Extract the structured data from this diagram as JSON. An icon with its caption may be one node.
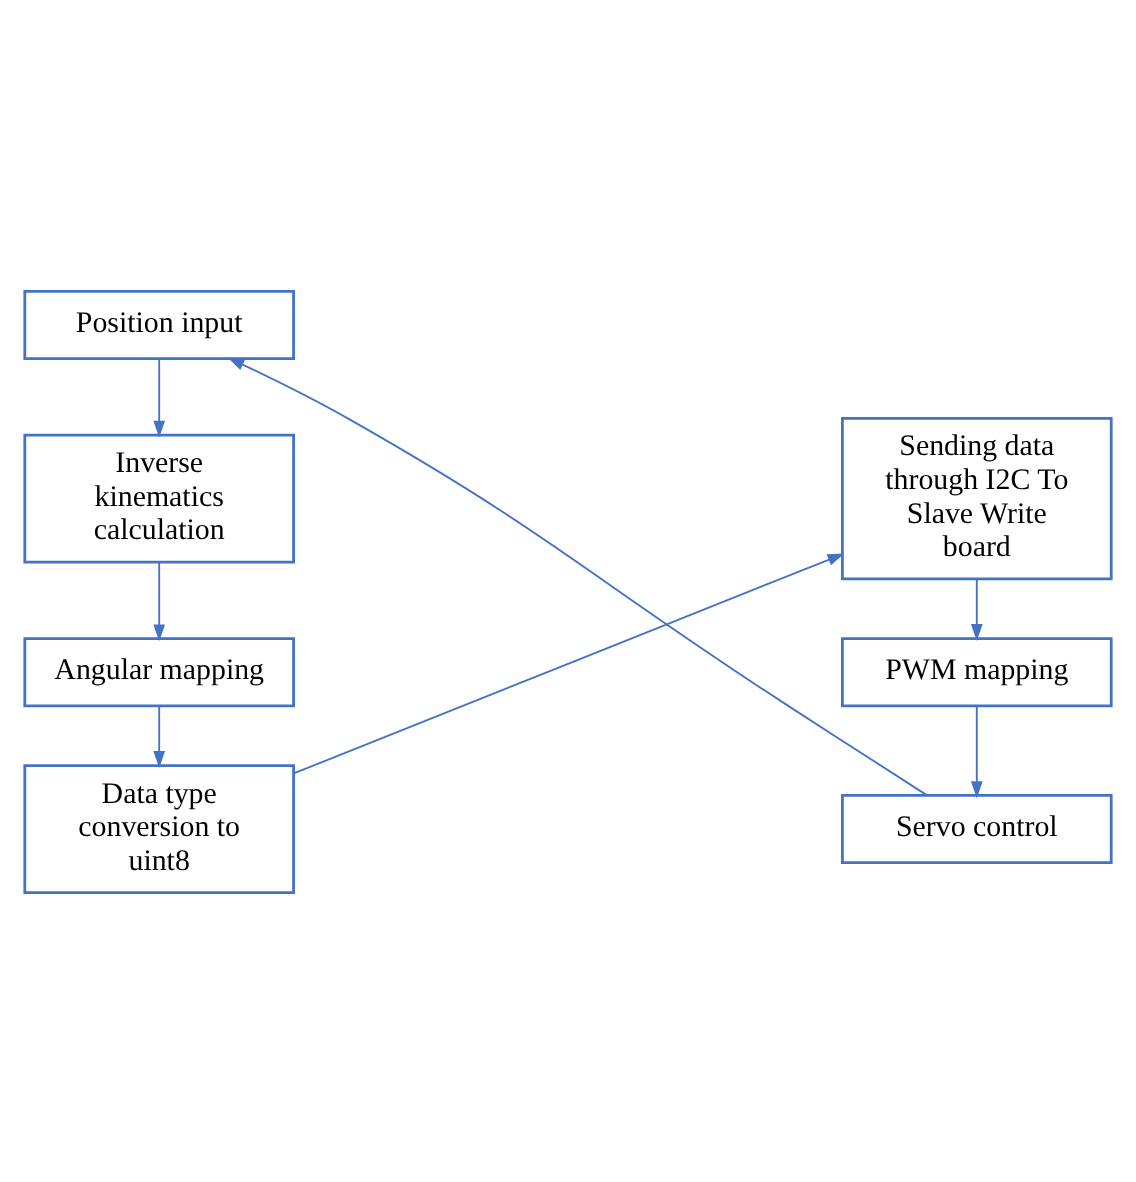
{
  "diagram": {
    "nodes": [
      {
        "text": [
          "Position input"
        ]
      },
      {
        "text": [
          "Inverse kinematics calculation"
        ]
      },
      {
        "text": [
          "Angular mapping"
        ]
      },
      {
        "text": [
          "Data type conversion to uint8"
        ]
      },
      {
        "text": [
          "Sending data through I2C To Slave Write board"
        ]
      },
      {
        "text": [
          "PWM mapping"
        ]
      },
      {
        "text": [
          "Servo control"
        ]
      }
    ],
    "edges": [
      {
        "from": 0,
        "to": 1,
        "arrow": "to"
      },
      {
        "from": 1,
        "to": 2,
        "arrow": "to"
      },
      {
        "from": 2,
        "to": 3,
        "arrow": "to"
      },
      {
        "from": 3,
        "to": 4,
        "arrow": "to"
      },
      {
        "from": 4,
        "to": 5,
        "arrow": "to"
      },
      {
        "from": 5,
        "to": 6,
        "arrow": "to"
      },
      {
        "from": 6,
        "to": 0,
        "arrow": "to"
      }
    ]
  }
}
